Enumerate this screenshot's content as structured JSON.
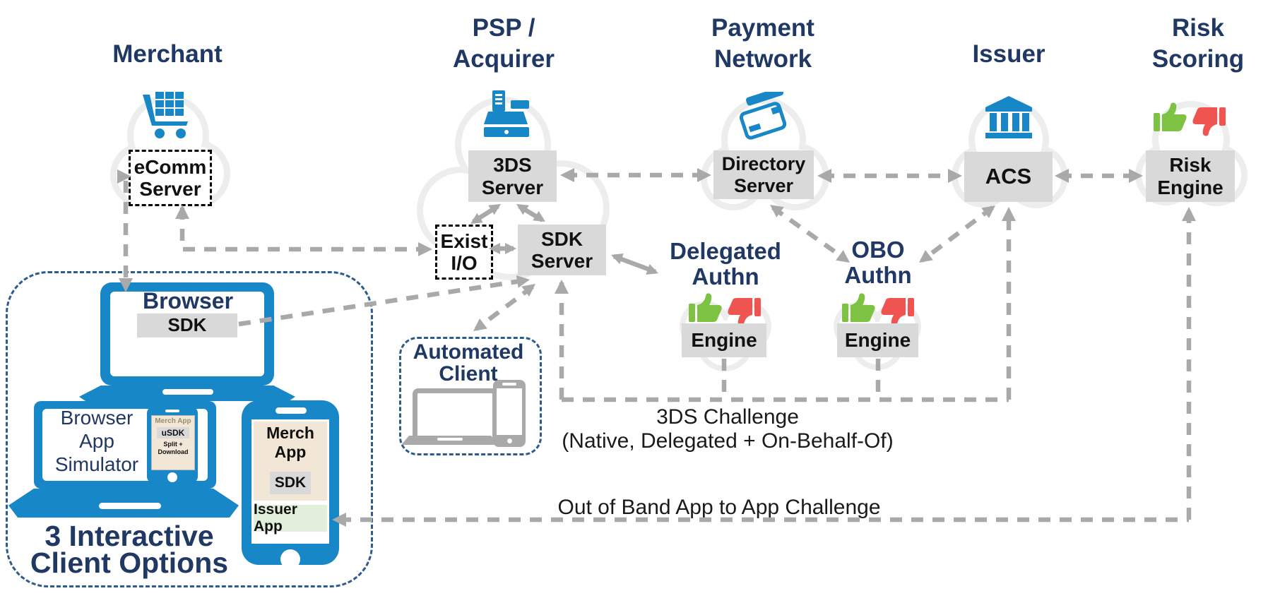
{
  "headers": {
    "merchant": "Merchant",
    "psp": [
      "PSP /",
      "Acquirer"
    ],
    "payment_network": [
      "Payment",
      "Network"
    ],
    "issuer": "Issuer",
    "risk_scoring": [
      "Risk",
      "Scoring"
    ]
  },
  "nodes": {
    "ecomm_server": "eComm Server",
    "threeds_server": "3DS Server",
    "directory_server": "Directory Server",
    "acs": "ACS",
    "risk_engine": "Risk Engine",
    "exist_io": "Exist I/O",
    "sdk_server": "SDK Server",
    "delegated_authn": [
      "Delegated",
      "Authn"
    ],
    "obo_authn": [
      "OBO",
      "Authn"
    ],
    "delegated_engine": "Engine",
    "obo_engine": "Engine"
  },
  "clients": {
    "browser": {
      "title": "Browser",
      "sdk": "SDK"
    },
    "simulator": {
      "lines": [
        "Browser",
        "App",
        "Simulator"
      ],
      "phone": {
        "header": "Merch App",
        "sdk": "uSDK",
        "sub": [
          "Split +",
          "Download"
        ]
      }
    },
    "mobile": {
      "merch_app": "Merch App",
      "sdk": "SDK",
      "issuer_app": "Issuer App"
    },
    "caption": [
      "3 Interactive",
      "Client Options"
    ],
    "automated": [
      "Automated",
      "Client"
    ]
  },
  "annotations": {
    "challenge": [
      "3DS Challenge",
      "(Native, Delegated + On-Behalf-Of)"
    ],
    "oob": "Out of Band App to App Challenge"
  },
  "icons": [
    "shopping-cart-icon",
    "cash-register-icon",
    "credit-cards-icon",
    "bank-icon",
    "thumbs-up-icon",
    "thumbs-down-icon",
    "laptop-icon",
    "smartphone-icon"
  ],
  "colors": {
    "title_navy": "#1f3864",
    "device_blue": "#1787c8",
    "box_gray": "#d9d9d9",
    "arrow_gray": "#a9a9a9",
    "cloud_gray": "#ededed",
    "thumb_green": "#7dc242",
    "thumb_red": "#f05450",
    "merch_app_tan": "#f2e7d6",
    "issuer_app_green": "#e2efda",
    "dashed_border_navy": "#2d5c8c"
  }
}
